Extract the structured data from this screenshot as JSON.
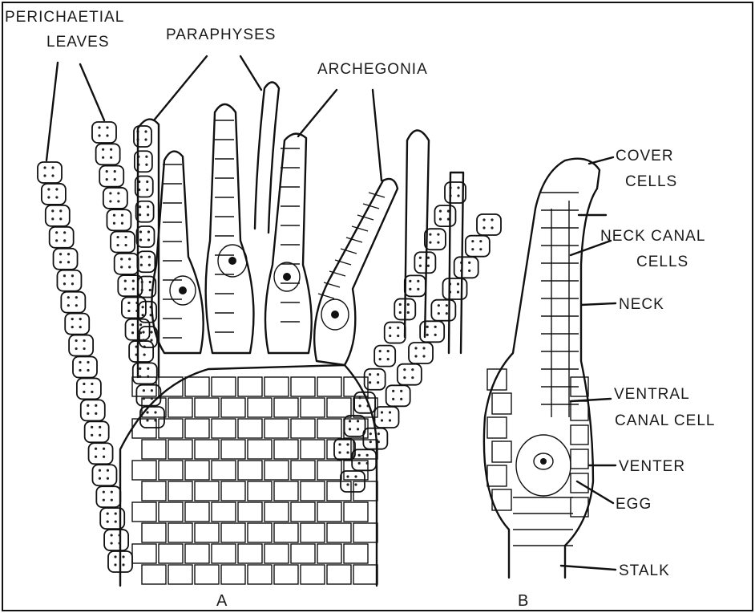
{
  "panel_a": {
    "panel_label": "A",
    "labels": {
      "perichaetial_line1": "PERICHAETIAL",
      "perichaetial_line2": "LEAVES",
      "paraphyses": "PARAPHYSES",
      "archegonia": "ARCHEGONIA"
    }
  },
  "panel_b": {
    "panel_label": "B",
    "labels": {
      "cover_line1": "COVER",
      "cover_line2": "CELLS",
      "neck_canal_line1": "NECK CANAL",
      "neck_canal_line2": "CELLS",
      "neck": "NECK",
      "ventral_line1": "VENTRAL",
      "ventral_line2": "CANAL CELL",
      "venter": "VENTER",
      "egg": "EGG",
      "stalk": "STALK"
    }
  }
}
